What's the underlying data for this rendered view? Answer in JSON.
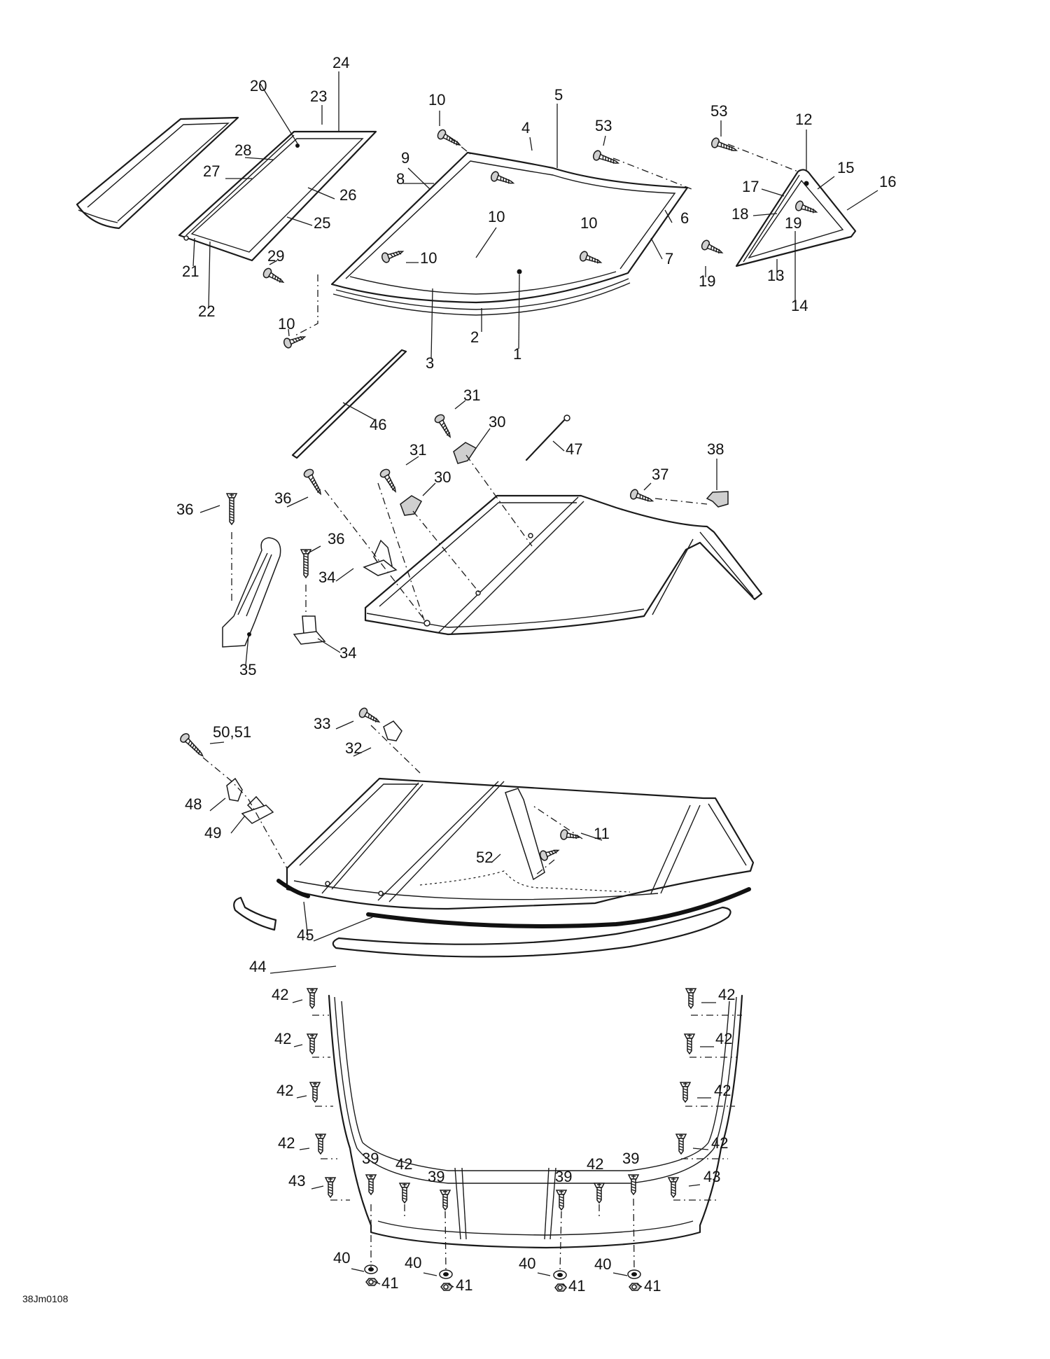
{
  "drawing_code": "38Jm0108",
  "labels": {
    "l1": "1",
    "l2": "2",
    "l3": "3",
    "l4": "4",
    "l5": "5",
    "l6": "6",
    "l7": "7",
    "l8": "8",
    "l9": "9",
    "l10": "10",
    "l11": "11",
    "l12": "12",
    "l13": "13",
    "l14": "14",
    "l15": "15",
    "l16": "16",
    "l17": "17",
    "l18": "18",
    "l19": "19",
    "l20": "20",
    "l21": "21",
    "l22": "22",
    "l23": "23",
    "l24": "24",
    "l25": "25",
    "l26": "26",
    "l27": "27",
    "l28": "28",
    "l29": "29",
    "l30": "30",
    "l31": "31",
    "l32": "32",
    "l33": "33",
    "l34": "34",
    "l35": "35",
    "l36": "36",
    "l37": "37",
    "l38": "38",
    "l39": "39",
    "l40": "40",
    "l41": "41",
    "l42": "42",
    "l43": "43",
    "l44": "44",
    "l45": "45",
    "l46": "46",
    "l47": "47",
    "l48": "48",
    "l49": "49",
    "l50_51": "50,51",
    "l52": "52",
    "l53": "53"
  }
}
